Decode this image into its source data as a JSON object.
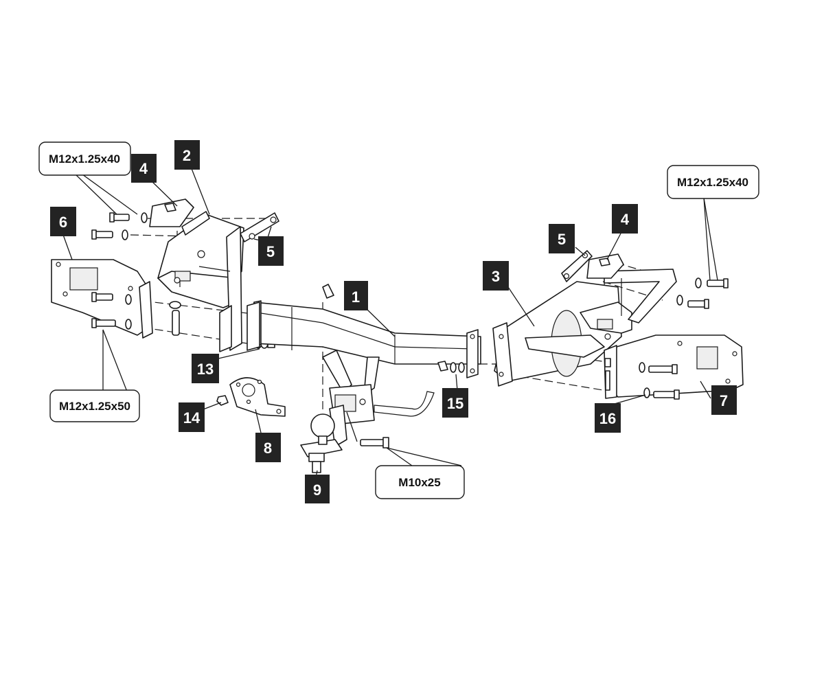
{
  "part_labels": {
    "p1": "1",
    "p2": "2",
    "p3": "3",
    "p4_left": "4",
    "p4_right": "4",
    "p5_left": "5",
    "p5_right": "5",
    "p6": "6",
    "p7": "7",
    "p8": "8",
    "p9": "9",
    "p13": "13",
    "p14": "14",
    "p15": "15",
    "p16": "16"
  },
  "bolt_callouts": {
    "top_left": "M12x1.25x40",
    "top_right": "M12x1.25x40",
    "lower_left": "M12x1.25x50",
    "center_bottom": "M10x25"
  },
  "colors": {
    "tag_background": "#232323",
    "tag_text": "#ffffff",
    "line": "#1a1a1a"
  }
}
